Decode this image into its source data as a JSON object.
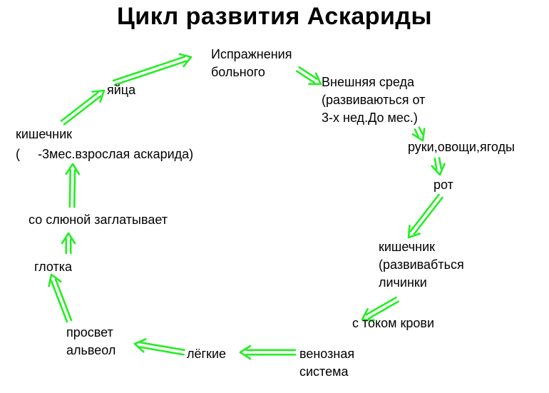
{
  "title": "Цикл развития Аскариды",
  "nodes": {
    "feces": [
      "Испражнения",
      "больного"
    ],
    "environment": [
      "Внешняя среда",
      "(развиваються от",
      "3-х нед.До мес.)"
    ],
    "hands": "руки,овощи,ягоды",
    "mouth": "рот",
    "intestine_larvae": [
      "кишечник",
      "(развивабться",
      "личинки"
    ],
    "blood": "с током крови",
    "venous": [
      "венозная",
      "система"
    ],
    "lungs": "лёгкие",
    "alveoli": [
      "просвет",
      "альвеол"
    ],
    "pharynx": "глотка",
    "saliva": "со слюной заглатывает",
    "intestine_adult": [
      "кишечник",
      "(     -3мес.взрослая аскарида)"
    ],
    "eggs": "яйца"
  },
  "colors": {
    "arrow": "#22ee22",
    "text": "#000000",
    "background": "#ffffff"
  }
}
